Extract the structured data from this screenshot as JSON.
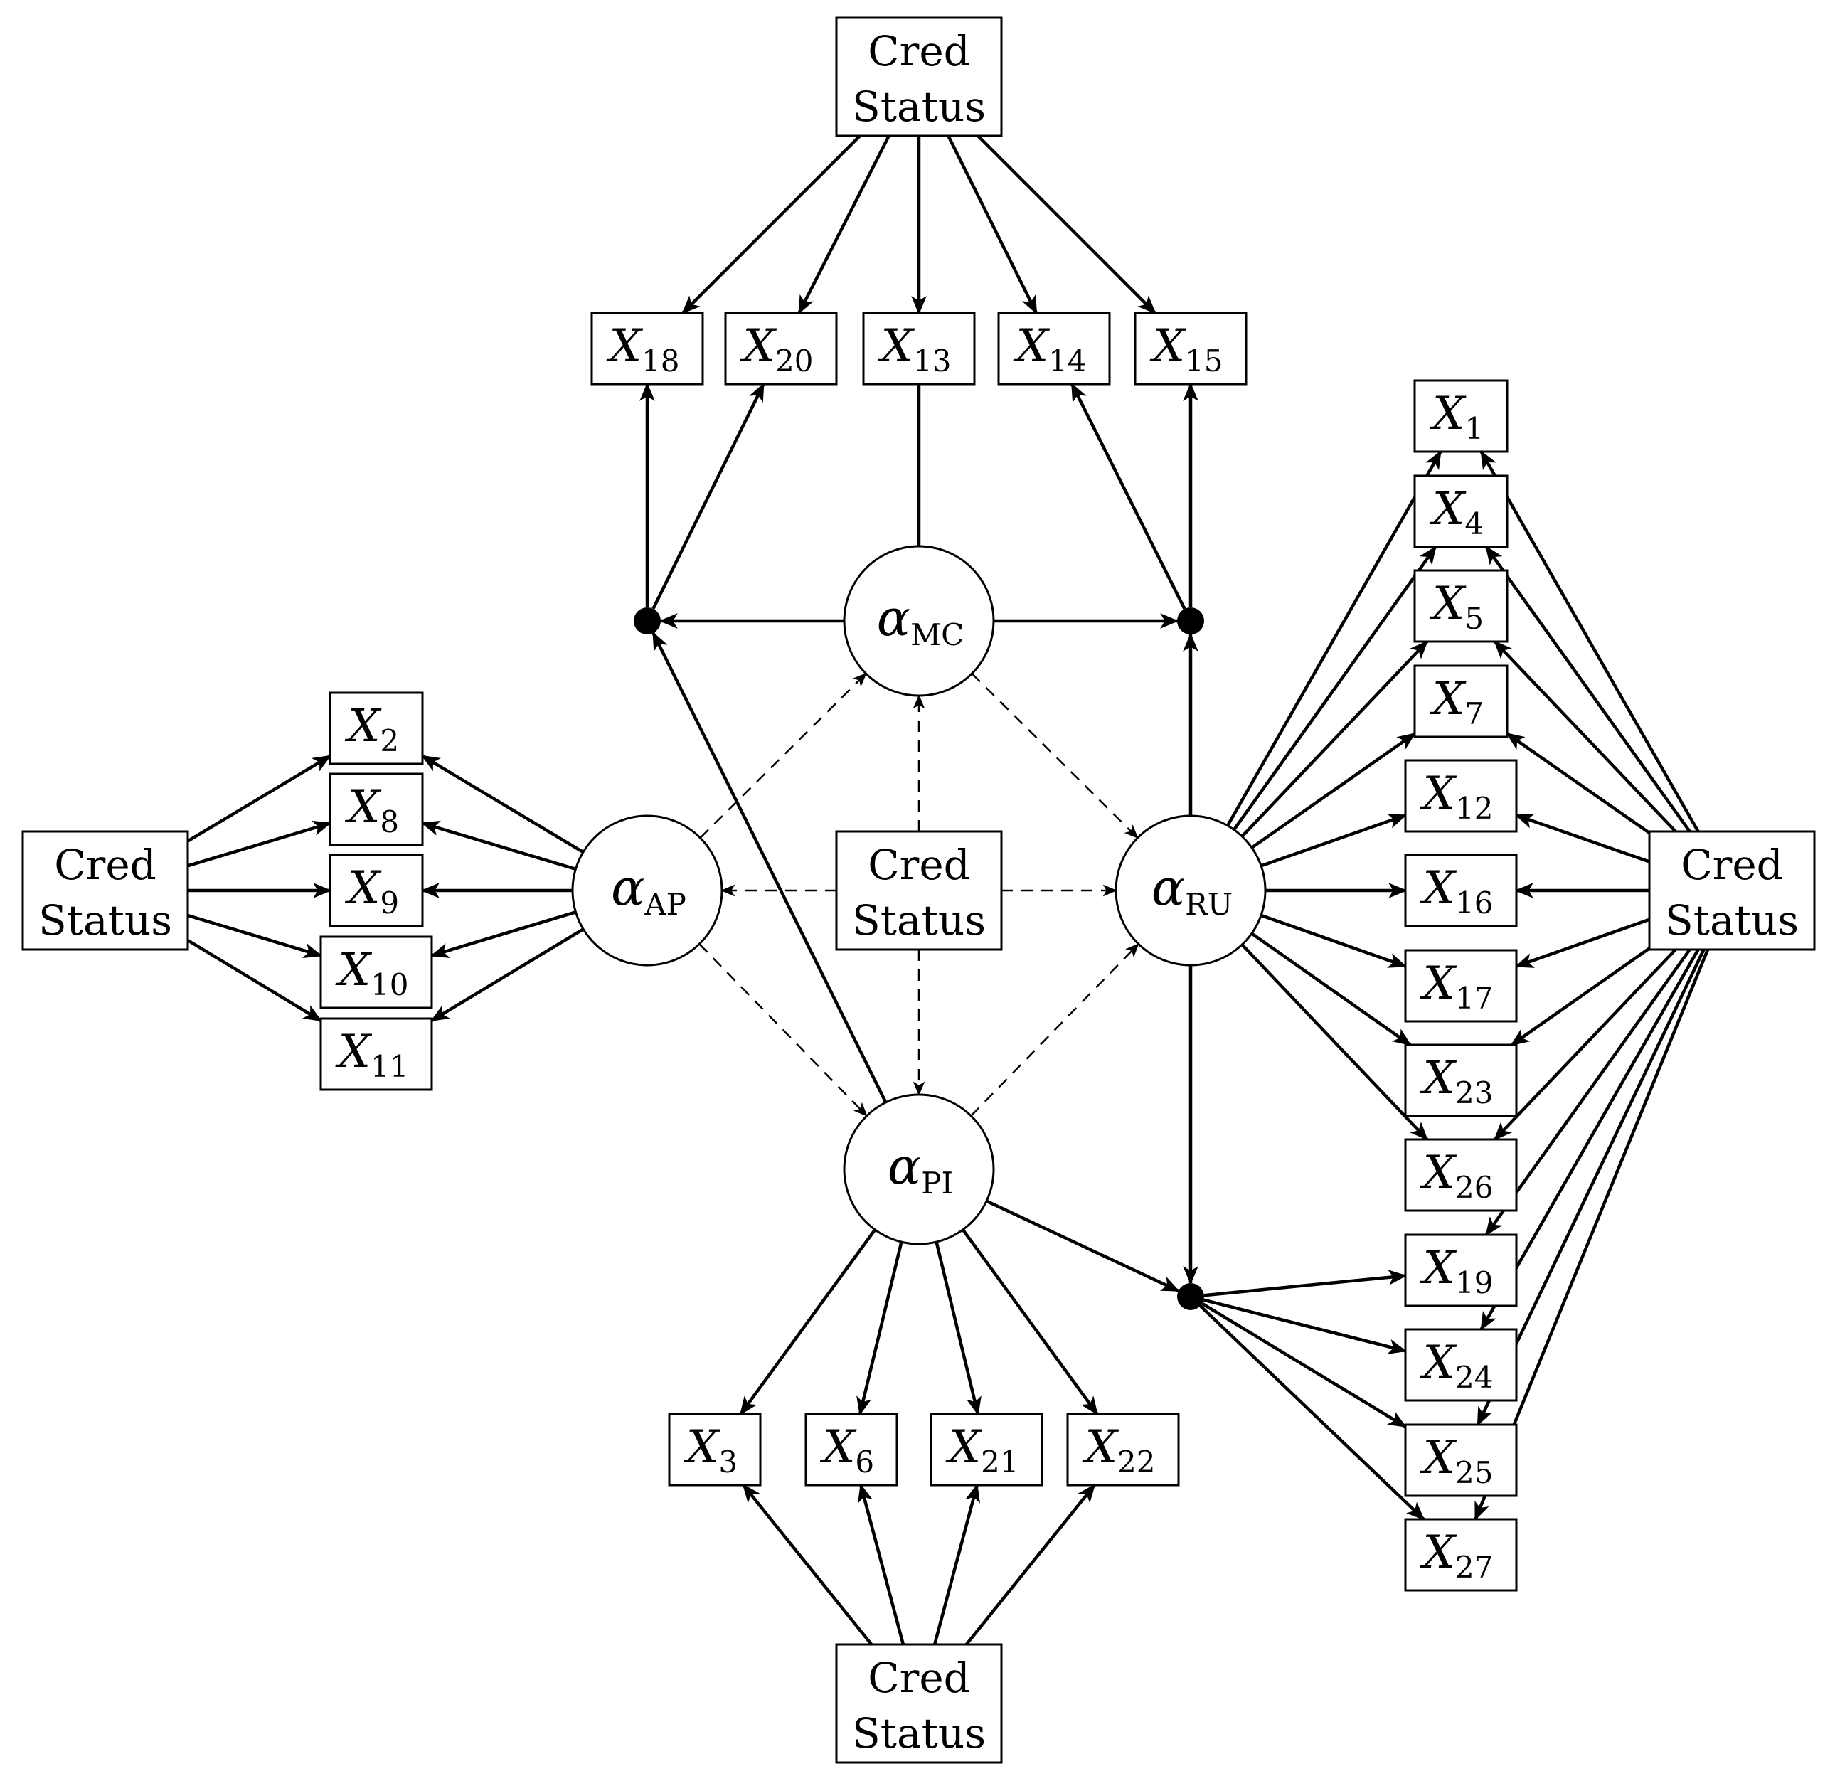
{
  "cred_label": {
    "line1": "Cred",
    "line2": "Status"
  },
  "latent_factors": [
    {
      "id": "MC",
      "symbol": "α",
      "subscript": "MC"
    },
    {
      "id": "AP",
      "symbol": "α",
      "subscript": "AP"
    },
    {
      "id": "RU",
      "symbol": "α",
      "subscript": "RU"
    },
    {
      "id": "PI",
      "symbol": "α",
      "subscript": "PI"
    }
  ],
  "cred_status_nodes": [
    {
      "id": "top"
    },
    {
      "id": "left"
    },
    {
      "id": "center"
    },
    {
      "id": "right"
    },
    {
      "id": "bottom"
    }
  ],
  "junctions": [
    {
      "id": "j_left_top"
    },
    {
      "id": "j_right_top"
    },
    {
      "id": "j_bottom"
    }
  ],
  "item_groups": {
    "top": [
      "18",
      "20",
      "13",
      "14",
      "15"
    ],
    "left": [
      "2",
      "8",
      "9",
      "10",
      "11"
    ],
    "bottom": [
      "3",
      "6",
      "21",
      "22"
    ],
    "right": [
      "1",
      "4",
      "5",
      "7",
      "12",
      "16",
      "17",
      "23",
      "26",
      "19",
      "24",
      "25",
      "27"
    ]
  },
  "item_symbol": "X",
  "edges": {
    "solid": [
      [
        "cred_top",
        "X18"
      ],
      [
        "cred_top",
        "X20"
      ],
      [
        "cred_top",
        "X13"
      ],
      [
        "cred_top",
        "X14"
      ],
      [
        "cred_top",
        "X15"
      ],
      [
        "j_left_top",
        "X18"
      ],
      [
        "j_left_top",
        "X20"
      ],
      [
        "MC",
        "X13",
        "noarrow"
      ],
      [
        "j_right_top",
        "X14"
      ],
      [
        "j_right_top",
        "X15"
      ],
      [
        "MC",
        "j_left_top"
      ],
      [
        "MC",
        "j_right_top"
      ],
      [
        "PI",
        "j_left_top"
      ],
      [
        "RU",
        "j_right_top"
      ],
      [
        "cred_left",
        "X2"
      ],
      [
        "cred_left",
        "X8"
      ],
      [
        "cred_left",
        "X9"
      ],
      [
        "cred_left",
        "X10"
      ],
      [
        "cred_left",
        "X11"
      ],
      [
        "AP",
        "X2"
      ],
      [
        "AP",
        "X8"
      ],
      [
        "AP",
        "X9"
      ],
      [
        "AP",
        "X10"
      ],
      [
        "AP",
        "X11"
      ],
      [
        "PI",
        "X3"
      ],
      [
        "PI",
        "X6"
      ],
      [
        "PI",
        "X21"
      ],
      [
        "PI",
        "X22"
      ],
      [
        "cred_bottom",
        "X3"
      ],
      [
        "cred_bottom",
        "X6"
      ],
      [
        "cred_bottom",
        "X21"
      ],
      [
        "cred_bottom",
        "X22"
      ],
      [
        "PI",
        "j_bottom"
      ],
      [
        "RU",
        "j_bottom"
      ],
      [
        "j_bottom",
        "X19"
      ],
      [
        "j_bottom",
        "X24"
      ],
      [
        "j_bottom",
        "X25"
      ],
      [
        "j_bottom",
        "X27"
      ],
      [
        "RU",
        "X1"
      ],
      [
        "RU",
        "X4"
      ],
      [
        "RU",
        "X5"
      ],
      [
        "RU",
        "X7"
      ],
      [
        "RU",
        "X12"
      ],
      [
        "RU",
        "X16"
      ],
      [
        "RU",
        "X17"
      ],
      [
        "RU",
        "X23"
      ],
      [
        "RU",
        "X26"
      ],
      [
        "cred_right",
        "X1"
      ],
      [
        "cred_right",
        "X4"
      ],
      [
        "cred_right",
        "X5"
      ],
      [
        "cred_right",
        "X7"
      ],
      [
        "cred_right",
        "X12"
      ],
      [
        "cred_right",
        "X16"
      ],
      [
        "cred_right",
        "X17"
      ],
      [
        "cred_right",
        "X23"
      ],
      [
        "cred_right",
        "X26"
      ],
      [
        "cred_right",
        "X19"
      ],
      [
        "cred_right",
        "X24"
      ],
      [
        "cred_right",
        "X25"
      ],
      [
        "cred_right",
        "X27"
      ]
    ],
    "dashed": [
      [
        "cred_center",
        "MC"
      ],
      [
        "cred_center",
        "AP"
      ],
      [
        "cred_center",
        "RU"
      ],
      [
        "cred_center",
        "PI"
      ],
      [
        "AP",
        "MC"
      ],
      [
        "MC",
        "RU"
      ],
      [
        "AP",
        "PI"
      ],
      [
        "PI",
        "RU"
      ]
    ]
  }
}
